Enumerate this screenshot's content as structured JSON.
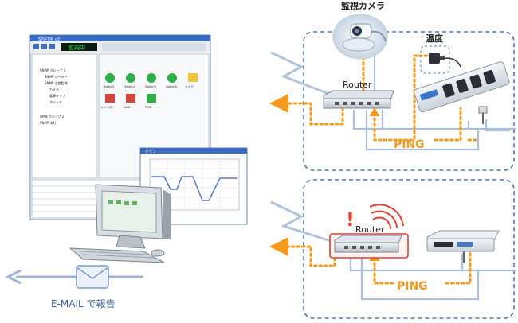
{
  "labels": {
    "camera": "監視カメラ",
    "temperature": "温度",
    "router_top": "Router",
    "router_bottom": "Router",
    "ping_top": "PING",
    "ping_bottom": "PING",
    "email": "E-MAIL で報告",
    "app_status": "監視中",
    "alarm": "!"
  },
  "monitor_app": {
    "title": "SPU-TIR v3",
    "tree_items": [
      "SNMP グループ 1",
      "SNMP ルーター",
      "SNMP 温度監視",
      "カメラ",
      "電源タップ",
      "スイッチ",
      "WAN グループ 2",
      "SNMP 本社"
    ],
    "icon_labels": [
      "Switch1",
      "Switch2",
      "Switch3",
      "Switch4",
      "カメラ",
      "カメラ(2)",
      "NAS",
      "PING"
    ]
  },
  "graph_window": {
    "title": "グラフ"
  },
  "colors": {
    "dashed_border": "#4a78b8",
    "ping_orange": "#f39a1e",
    "line_blue": "#a9bfdc",
    "alarm_red": "#e04030",
    "email_text": "#3a5f9e"
  }
}
